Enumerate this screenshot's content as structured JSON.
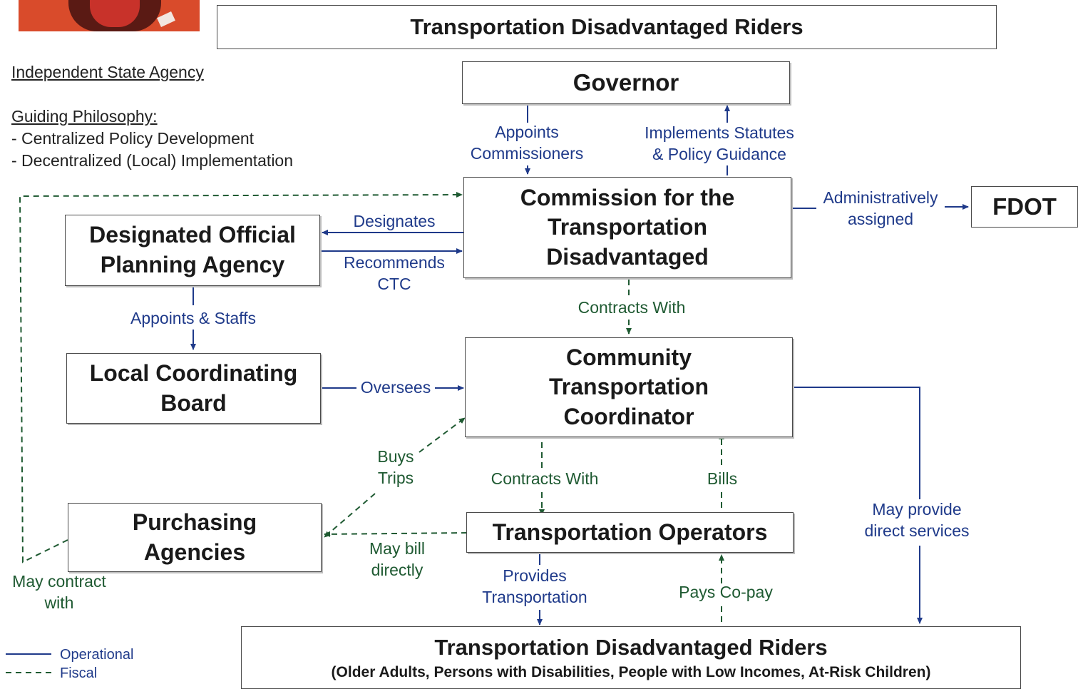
{
  "header": {
    "title": "Transportation Disadvantaged Riders"
  },
  "left_notes": {
    "agency_type": "Independent State Agency",
    "philosophy_heading": "Guiding Philosophy:",
    "philosophy_1": "- Centralized Policy Development",
    "philosophy_2": "- Decentralized (Local) Implementation"
  },
  "boxes": {
    "governor": "Governor",
    "ctd_1": "Commission for the",
    "ctd_2": "Transportation",
    "ctd_3": "Disadvantaged",
    "fdot": "FDOT",
    "dopa_1": "Designated Official",
    "dopa_2": "Planning Agency",
    "lcb_1": "Local Coordinating",
    "lcb_2": "Board",
    "ctc_1": "Community",
    "ctc_2": "Transportation",
    "ctc_3": "Coordinator",
    "purchasing_1": "Purchasing",
    "purchasing_2": "Agencies",
    "operators": "Transportation Operators",
    "riders": "Transportation Disadvantaged Riders",
    "riders_sub": "(Older Adults, Persons with Disabilities, People with Low Incomes, At-Risk Children)"
  },
  "labels": {
    "appoints_commissioners_1": "Appoints",
    "appoints_commissioners_2": "Commissioners",
    "implements_1": "Implements Statutes",
    "implements_2": "& Policy Guidance",
    "admin_1": "Administratively",
    "admin_2": "assigned",
    "designates": "Designates",
    "recommends_1": "Recommends",
    "recommends_2": "CTC",
    "appoints_staffs": "Appoints & Staffs",
    "contracts_with_top": "Contracts With",
    "oversees": "Oversees",
    "buys_1": "Buys",
    "buys_2": "Trips",
    "contracts_with_bottom": "Contracts With",
    "bills": "Bills",
    "may_provide_1": "May provide",
    "may_provide_2": "direct services",
    "may_bill_1": "May bill",
    "may_bill_2": "directly",
    "provides_1": "Provides",
    "provides_2": "Transportation",
    "pays_copay": "Pays Co-pay",
    "may_contract_1": "May contract",
    "may_contract_2": "with"
  },
  "legend": {
    "operational": "Operational",
    "fiscal": "Fiscal"
  },
  "colors": {
    "operational_line": "#1f3a8a",
    "fiscal_line": "#1f5a32",
    "logo_red": "#d94b2b"
  }
}
